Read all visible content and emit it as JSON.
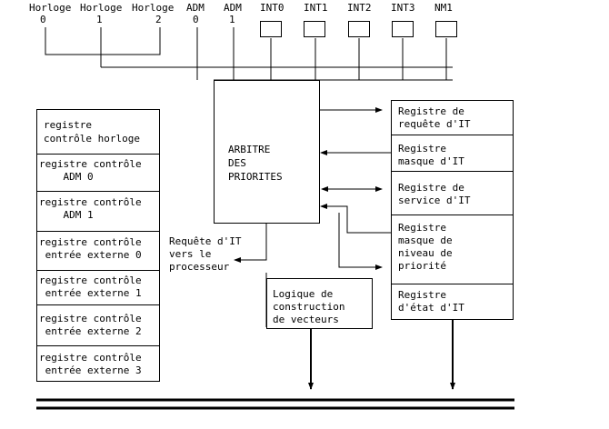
{
  "top_labels": [
    {
      "name": "Horloge",
      "sub": "0"
    },
    {
      "name": "Horloge",
      "sub": "1"
    },
    {
      "name": "Horloge",
      "sub": "2"
    },
    {
      "name": "ADM",
      "sub": "0"
    },
    {
      "name": "ADM",
      "sub": "1"
    },
    {
      "name": "INT0"
    },
    {
      "name": "INT1"
    },
    {
      "name": "INT2"
    },
    {
      "name": "INT3"
    },
    {
      "name": "NM1"
    }
  ],
  "arbiter": {
    "lines": [
      "ARBITRE",
      "DES",
      "PRIORITES"
    ]
  },
  "left_registers": [
    [
      "registre",
      "contrôle horloge"
    ],
    [
      "registre contrôle",
      "    ADM 0"
    ],
    [
      "registre contrôle",
      "    ADM 1"
    ],
    [
      "registre contrôle",
      " entrée externe 0"
    ],
    [
      "registre contrôle",
      " entrée externe 1"
    ],
    [
      "registre contrôle",
      " entrée externe 2"
    ],
    [
      "registre contrôle",
      " entrée externe 3"
    ]
  ],
  "right_registers": [
    [
      "Registre de",
      "requête d'IT"
    ],
    [
      "Registre",
      "masque d'IT"
    ],
    [
      "Registre de",
      "service d'IT"
    ],
    [
      "Registre",
      "masque de",
      "niveau de",
      "priorité"
    ],
    [
      "Registre",
      "d'état d'IT"
    ]
  ],
  "request_label": [
    "Requête d'IT",
    "vers le",
    "processeur"
  ],
  "vector_logic": [
    "Logique de",
    "construction",
    "de vecteurs"
  ]
}
